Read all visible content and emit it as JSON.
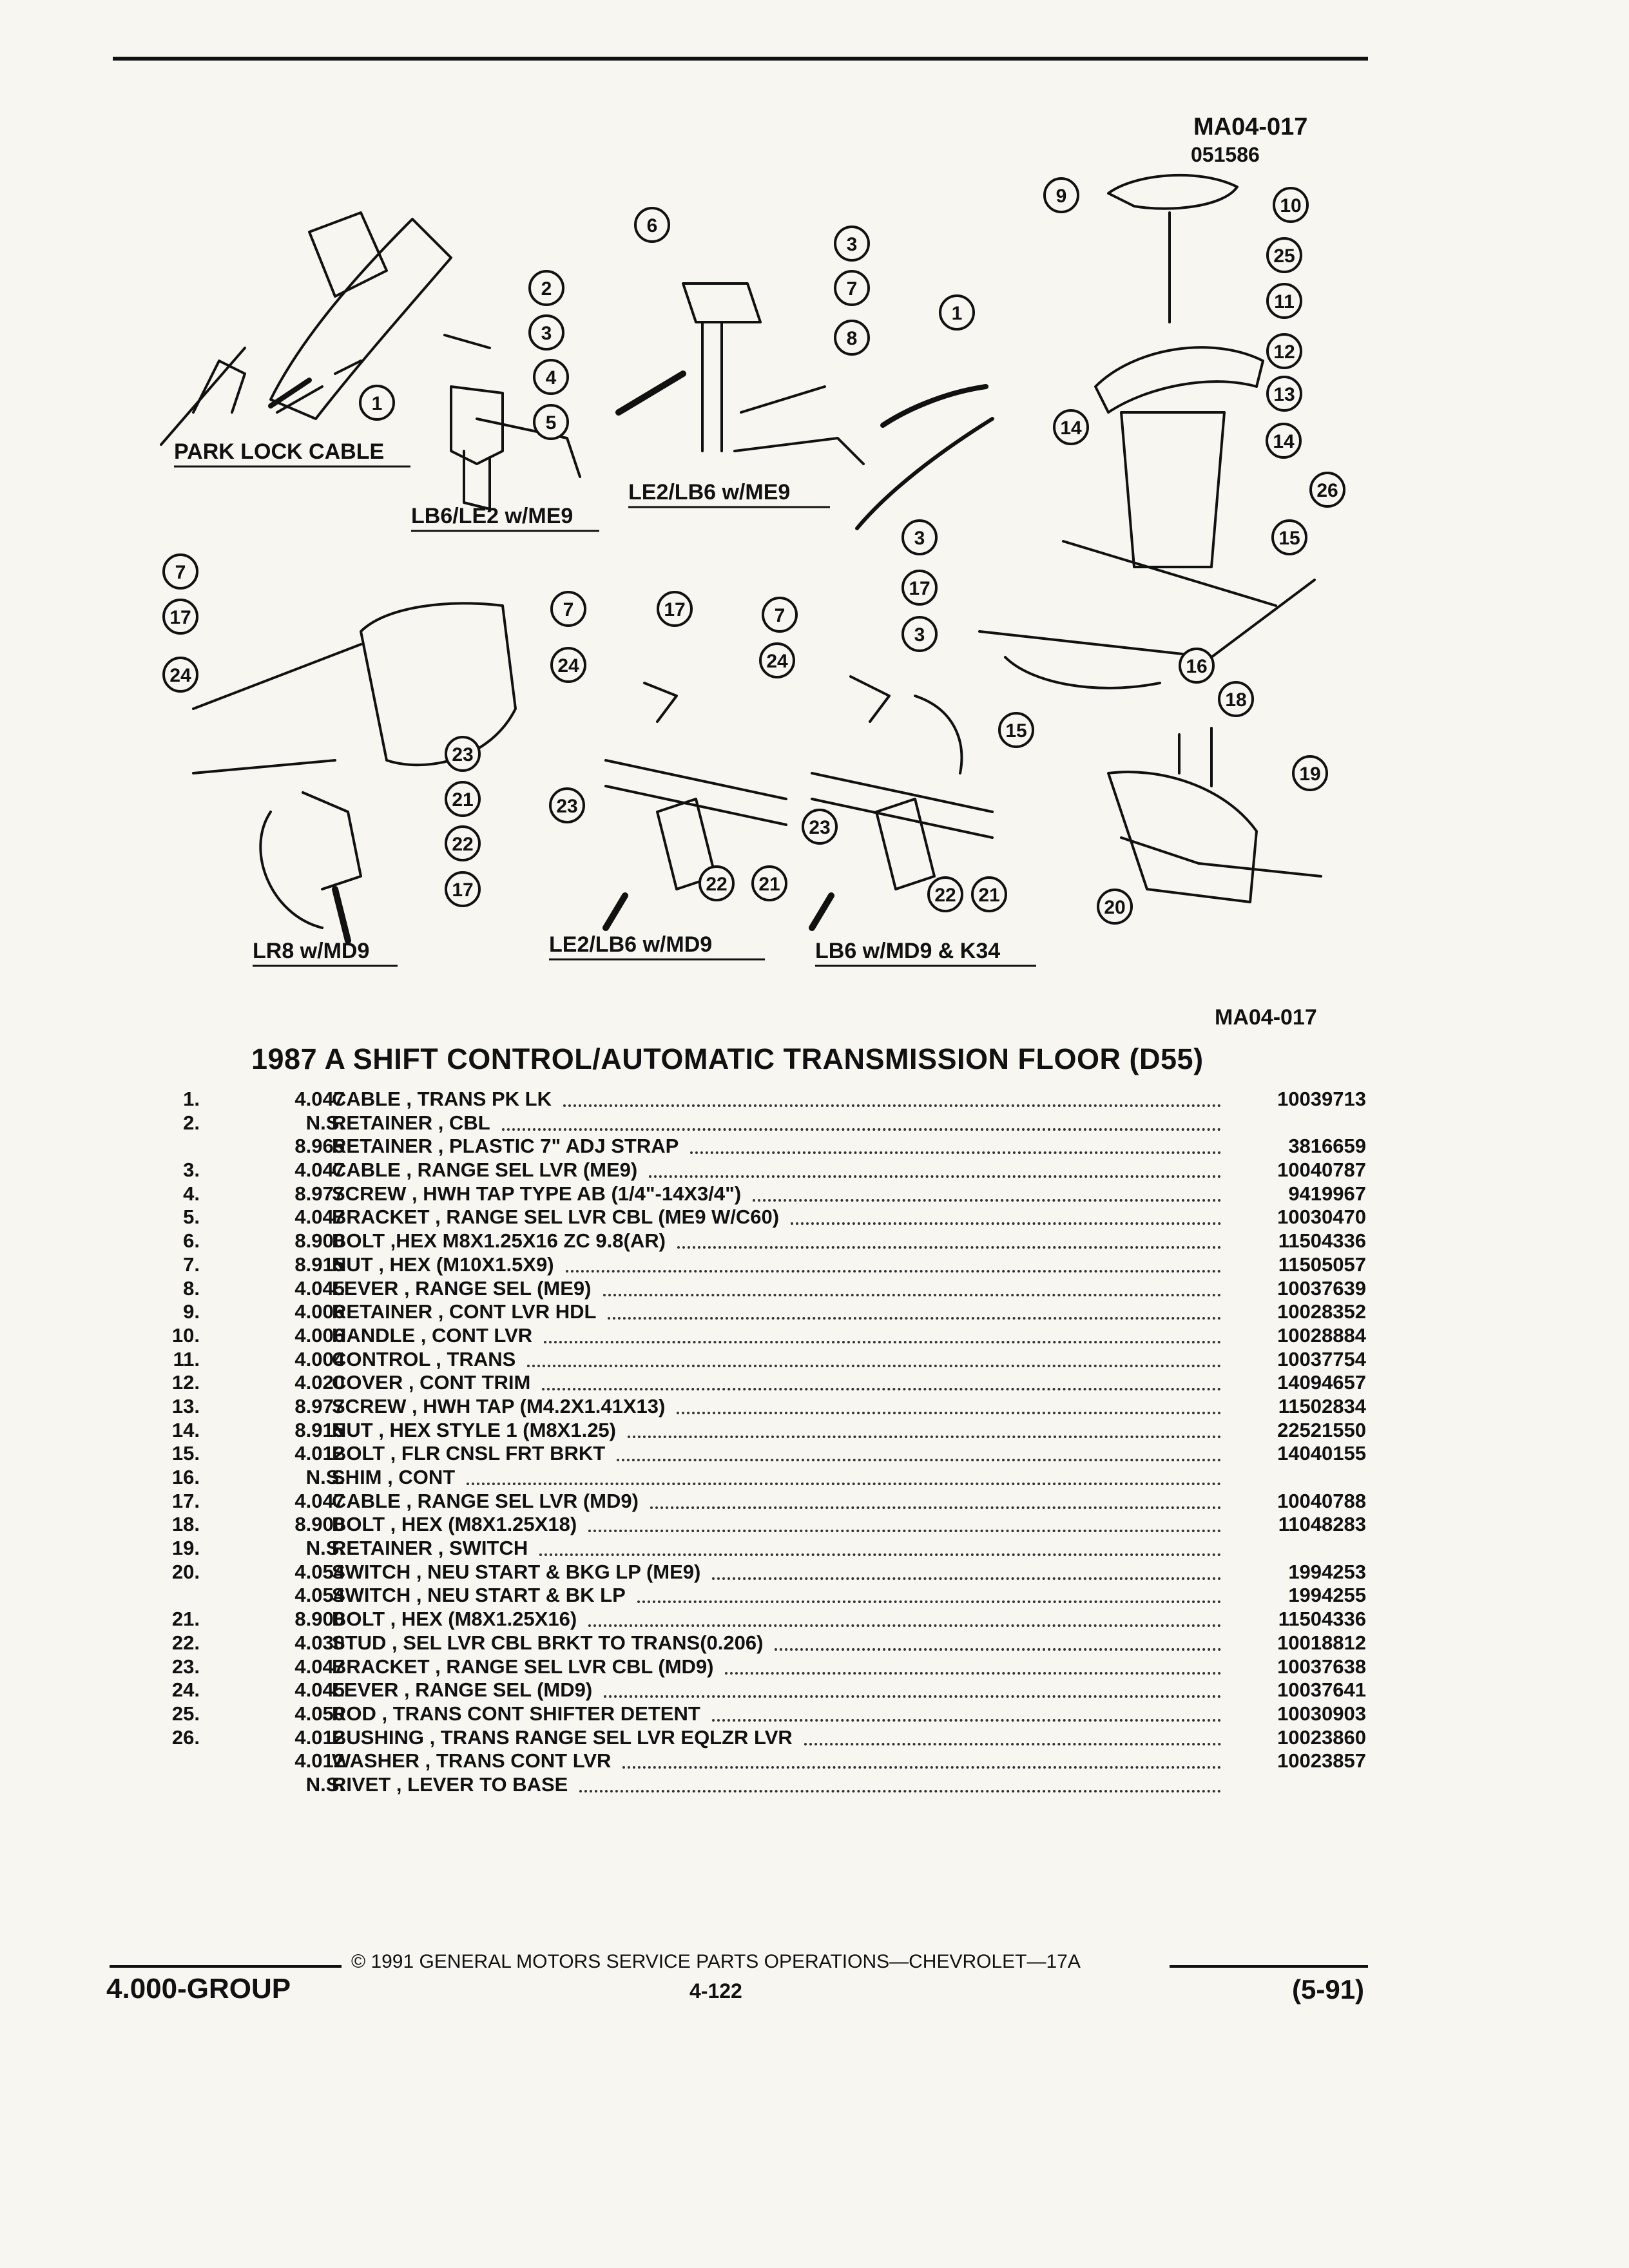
{
  "header": {
    "figure_id": "MA04-017",
    "figure_date": "051586"
  },
  "diagram": {
    "figure_id_bottom": "MA04-017",
    "captions": [
      "PARK LOCK CABLE",
      "LB6/LE2 w/ME9",
      "LE2/LB6 w/ME9",
      "LR8 w/MD9",
      "LE2/LB6 w/MD9",
      "LB6 w/MD9 & K34"
    ],
    "callouts": [
      "1",
      "2",
      "3",
      "4",
      "5",
      "6",
      "3",
      "7",
      "8",
      "1",
      "3",
      "17",
      "9",
      "10",
      "25",
      "11",
      "12",
      "13",
      "14",
      "14",
      "26",
      "15",
      "16",
      "7",
      "17",
      "24",
      "23",
      "21",
      "22",
      "17",
      "7",
      "17",
      "24",
      "23",
      "22",
      "21",
      "7",
      "3",
      "24",
      "23",
      "22",
      "21",
      "15",
      "18",
      "19",
      "20"
    ]
  },
  "section_title": "1987 A SHIFT CONTROL/AUTOMATIC TRANSMISSION FLOOR (D55)",
  "parts": [
    {
      "num": "1.",
      "group": "4.047",
      "desc": "CABLE , TRANS PK LK",
      "pn": "10039713"
    },
    {
      "num": "2.",
      "group": "N.S.",
      "desc": "RETAINER , CBL",
      "pn": ""
    },
    {
      "num": "",
      "group": "8.965",
      "desc": "RETAINER , PLASTIC 7\" ADJ STRAP",
      "pn": "3816659"
    },
    {
      "num": "3.",
      "group": "4.047",
      "desc": "CABLE , RANGE SEL LVR (ME9)",
      "pn": "10040787"
    },
    {
      "num": "4.",
      "group": "8.977",
      "desc": "SCREW , HWH TAP TYPE AB (1/4\"-14X3/4\")",
      "pn": "9419967"
    },
    {
      "num": "5.",
      "group": "4.047",
      "desc": "BRACKET , RANGE SEL LVR CBL (ME9 W/C60)",
      "pn": "10030470"
    },
    {
      "num": "6.",
      "group": "8.900",
      "desc": "BOLT ,HEX M8X1.25X16 ZC 9.8(AR)",
      "pn": "11504336"
    },
    {
      "num": "7.",
      "group": "8.915",
      "desc": "NUT , HEX (M10X1.5X9)",
      "pn": "11505057"
    },
    {
      "num": "8.",
      "group": "4.045",
      "desc": "LEVER , RANGE SEL (ME9)",
      "pn": "10037639"
    },
    {
      "num": "9.",
      "group": "4.006",
      "desc": "RETAINER , CONT LVR HDL",
      "pn": "10028352"
    },
    {
      "num": "10.",
      "group": "4.006",
      "desc": "HANDLE , CONT LVR",
      "pn": "10028884"
    },
    {
      "num": "11.",
      "group": "4.004",
      "desc": "CONTROL , TRANS",
      "pn": "10037754"
    },
    {
      "num": "12.",
      "group": "4.020",
      "desc": "COVER , CONT TRIM",
      "pn": "14094657"
    },
    {
      "num": "13.",
      "group": "8.977",
      "desc": "SCREW , HWH TAP (M4.2X1.41X13)",
      "pn": "11502834"
    },
    {
      "num": "14.",
      "group": "8.915",
      "desc": "NUT , HEX STYLE 1 (M8X1.25)",
      "pn": "22521550"
    },
    {
      "num": "15.",
      "group": "4.012",
      "desc": "BOLT , FLR CNSL FRT BRKT",
      "pn": "14040155"
    },
    {
      "num": "16.",
      "group": "N.S.",
      "desc": "SHIM , CONT",
      "pn": ""
    },
    {
      "num": "17.",
      "group": "4.047",
      "desc": "CABLE , RANGE SEL LVR (MD9)",
      "pn": "10040788"
    },
    {
      "num": "18.",
      "group": "8.900",
      "desc": "BOLT , HEX (M8X1.25X18)",
      "pn": "11048283"
    },
    {
      "num": "19.",
      "group": "N.S.",
      "desc": "RETAINER , SWITCH",
      "pn": ""
    },
    {
      "num": "20.",
      "group": "4.054",
      "desc": "SWITCH , NEU START & BKG LP (ME9)",
      "pn": "1994253"
    },
    {
      "num": "",
      "group": "4.054",
      "desc": "SWITCH , NEU START & BK LP",
      "pn": "1994255"
    },
    {
      "num": "21.",
      "group": "8.900",
      "desc": "BOLT , HEX (M8X1.25X16)",
      "pn": "11504336"
    },
    {
      "num": "22.",
      "group": "4.030",
      "desc": "STUD , SEL LVR CBL BRKT TO TRANS(0.206)",
      "pn": "10018812"
    },
    {
      "num": "23.",
      "group": "4.047",
      "desc": "BRACKET , RANGE SEL LVR CBL (MD9)",
      "pn": "10037638"
    },
    {
      "num": "24.",
      "group": "4.045",
      "desc": "LEVER , RANGE SEL (MD9)",
      "pn": "10037641"
    },
    {
      "num": "25.",
      "group": "4.050",
      "desc": "ROD , TRANS CONT SHIFTER DETENT",
      "pn": "10030903"
    },
    {
      "num": "26.",
      "group": "4.012",
      "desc": "BUSHING , TRANS RANGE SEL LVR EQLZR LVR",
      "pn": "10023860"
    },
    {
      "num": "",
      "group": "4.012",
      "desc": "WASHER , TRANS CONT LVR",
      "pn": "10023857"
    },
    {
      "num": "",
      "group": "N.S.",
      "desc": "RIVET , LEVER TO BASE",
      "pn": ""
    }
  ],
  "footer": {
    "copyright": "© 1991 GENERAL MOTORS SERVICE PARTS OPERATIONS—CHEVROLET—17A",
    "group": "4.000-GROUP",
    "page": "4-122",
    "date": "(5-91)"
  }
}
